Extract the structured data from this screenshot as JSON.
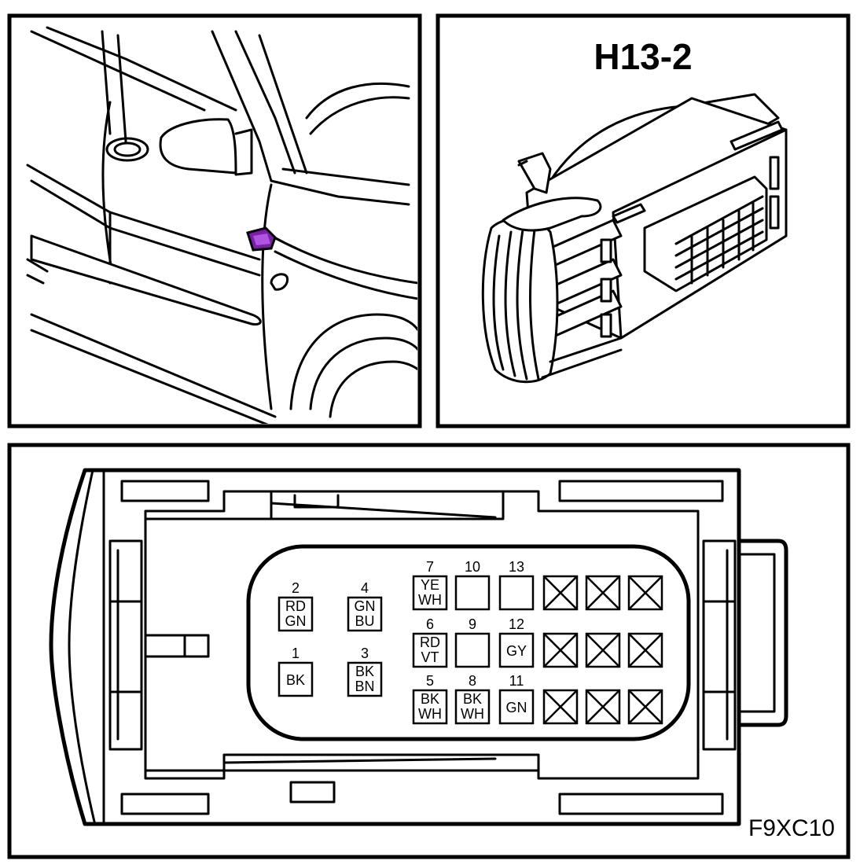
{
  "connector": {
    "title": "H13-2",
    "figure_code": "F9XC10",
    "marker_color": "#7a1fa8",
    "pins": [
      {
        "num": "2",
        "lines": [
          "RD",
          "GN"
        ]
      },
      {
        "num": "4",
        "lines": [
          "GN",
          "BU"
        ]
      },
      {
        "num": "1",
        "lines": [
          "BK"
        ]
      },
      {
        "num": "3",
        "lines": [
          "BK",
          "BN"
        ]
      },
      {
        "num": "7",
        "lines": [
          "YE",
          "WH"
        ]
      },
      {
        "num": "10",
        "lines": []
      },
      {
        "num": "13",
        "lines": []
      },
      {
        "num": "6",
        "lines": [
          "RD",
          "VT"
        ]
      },
      {
        "num": "9",
        "lines": []
      },
      {
        "num": "12",
        "lines": [
          "GY"
        ]
      },
      {
        "num": "5",
        "lines": [
          "BK",
          "WH"
        ]
      },
      {
        "num": "8",
        "lines": [
          "BK",
          "WH"
        ]
      },
      {
        "num": "11",
        "lines": [
          "GN"
        ]
      }
    ],
    "blocked_cavity_count": 9
  }
}
